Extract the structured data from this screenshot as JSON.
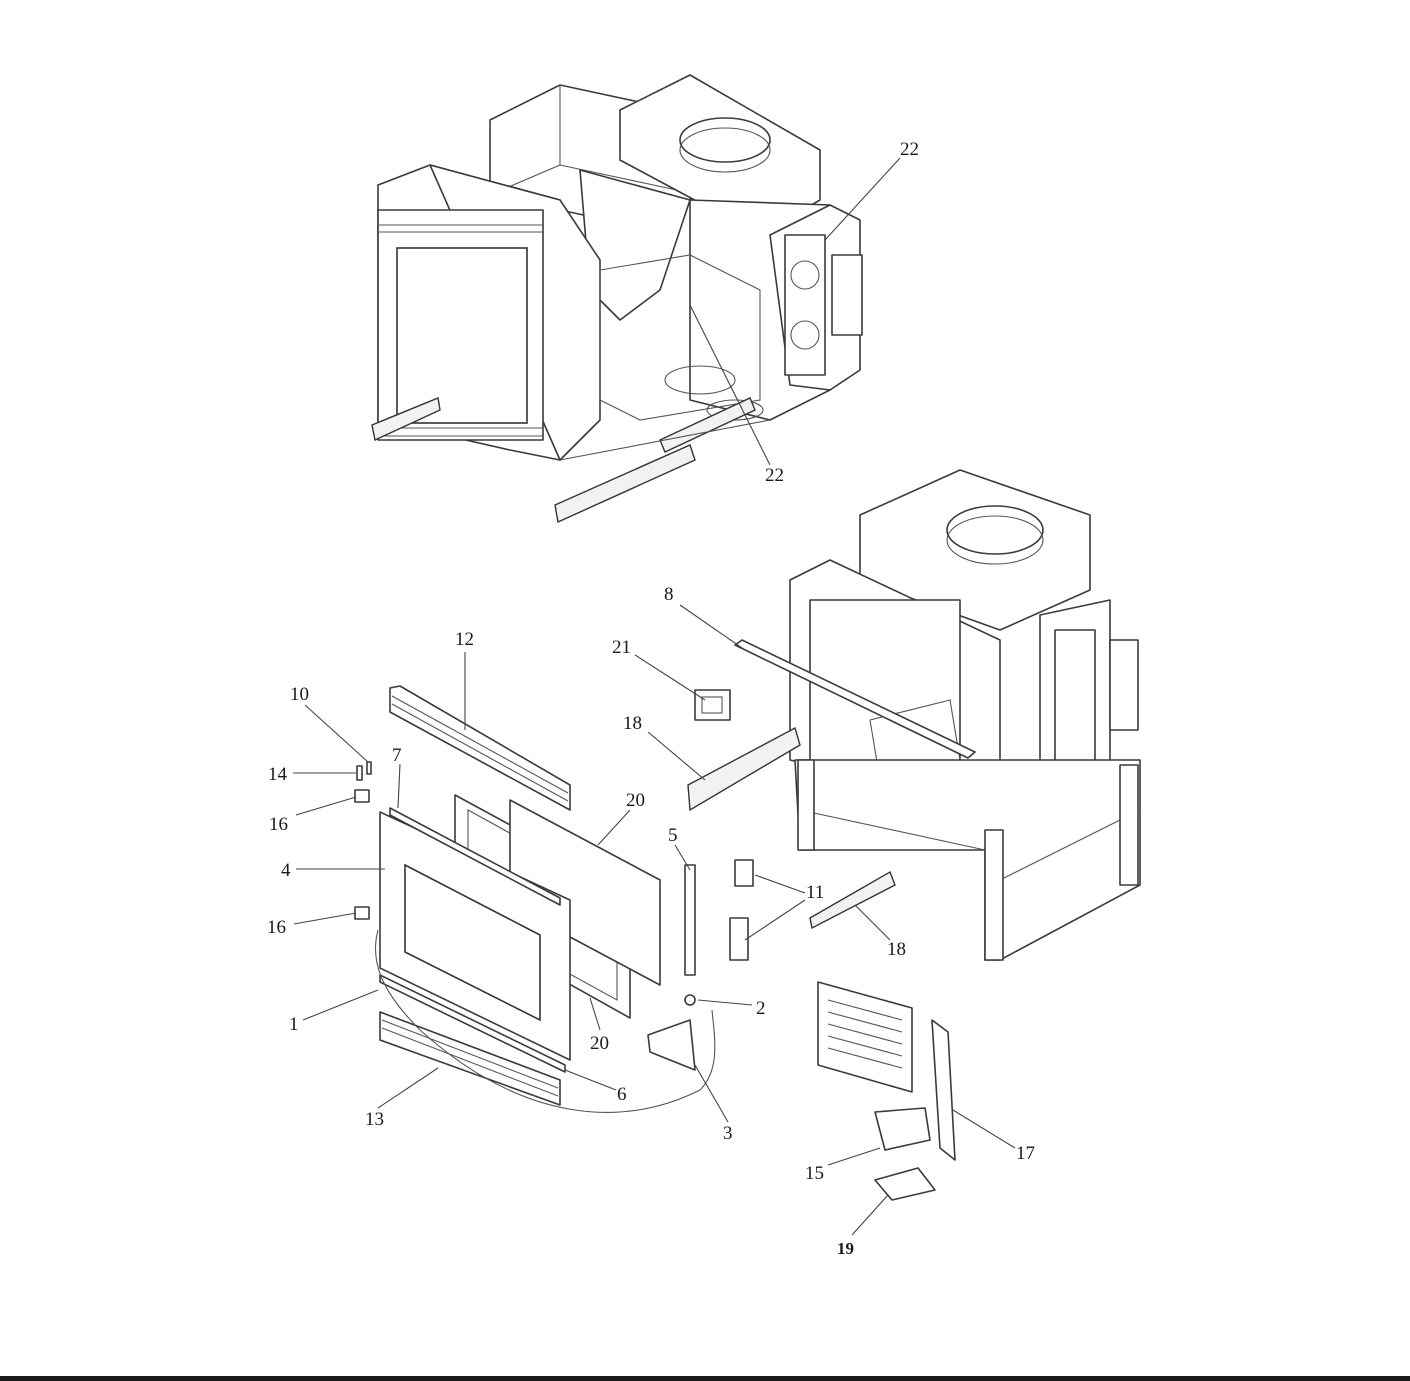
{
  "callouts": [
    {
      "id": "c22a",
      "label": "22"
    },
    {
      "id": "c22b",
      "label": "22"
    },
    {
      "id": "c8",
      "label": "8"
    },
    {
      "id": "c21",
      "label": "21"
    },
    {
      "id": "c12",
      "label": "12"
    },
    {
      "id": "c10",
      "label": "10"
    },
    {
      "id": "c7",
      "label": "7"
    },
    {
      "id": "c14",
      "label": "14"
    },
    {
      "id": "c16a",
      "label": "16"
    },
    {
      "id": "c18a",
      "label": "18"
    },
    {
      "id": "c20a",
      "label": "20"
    },
    {
      "id": "c4",
      "label": "4"
    },
    {
      "id": "c5",
      "label": "5"
    },
    {
      "id": "c11",
      "label": "11"
    },
    {
      "id": "c16b",
      "label": "16"
    },
    {
      "id": "c18b",
      "label": "18"
    },
    {
      "id": "c2",
      "label": "2"
    },
    {
      "id": "c1",
      "label": "1"
    },
    {
      "id": "c20b",
      "label": "20"
    },
    {
      "id": "c6",
      "label": "6"
    },
    {
      "id": "c13",
      "label": "13"
    },
    {
      "id": "c3",
      "label": "3"
    },
    {
      "id": "c17",
      "label": "17"
    },
    {
      "id": "c15",
      "label": "15"
    },
    {
      "id": "c19",
      "label": "19"
    }
  ]
}
